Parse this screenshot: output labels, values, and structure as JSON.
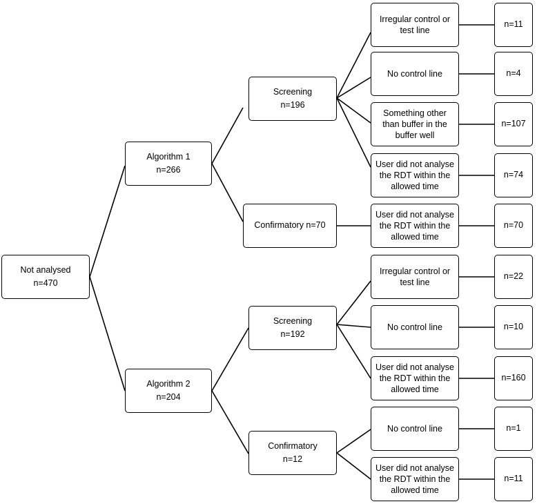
{
  "nodes": {
    "root": {
      "label": "Not analysed",
      "count": "n=470"
    },
    "alg1": {
      "label": "Algorithm 1",
      "count": "n=266"
    },
    "alg2": {
      "label": "Algorithm 2",
      "count": "n=204"
    },
    "a1_screening": {
      "label": "Screening",
      "count": "n=196"
    },
    "a1_confirmatory": {
      "label": "Confirmatory n=70"
    },
    "a2_screening": {
      "label": "Screening",
      "count": "n=192"
    },
    "a2_confirmatory": {
      "label": "Confirmatory",
      "count": "n=12"
    },
    "r1": {
      "reason": "Irregular control or test line",
      "count": "n=11"
    },
    "r2": {
      "reason": "No control line",
      "count": "n=4"
    },
    "r3": {
      "reason": "Something other than buffer in the buffer well",
      "count": "n=107"
    },
    "r4": {
      "reason": "User did not analyse the RDT within the allowed time",
      "count": "n=74"
    },
    "r5": {
      "reason": "User did not analyse the RDT within the allowed time",
      "count": "n=70"
    },
    "r6": {
      "reason": "Irregular control or test line",
      "count": "n=22"
    },
    "r7": {
      "reason": "No control line",
      "count": "n=10"
    },
    "r8": {
      "reason": "User did not analyse the RDT within the allowed time",
      "count": "n=160"
    },
    "r9": {
      "reason": "No control line",
      "count": "n=1"
    },
    "r10": {
      "reason": "User did not analyse the RDT within the allowed time",
      "count": "n=11"
    }
  }
}
